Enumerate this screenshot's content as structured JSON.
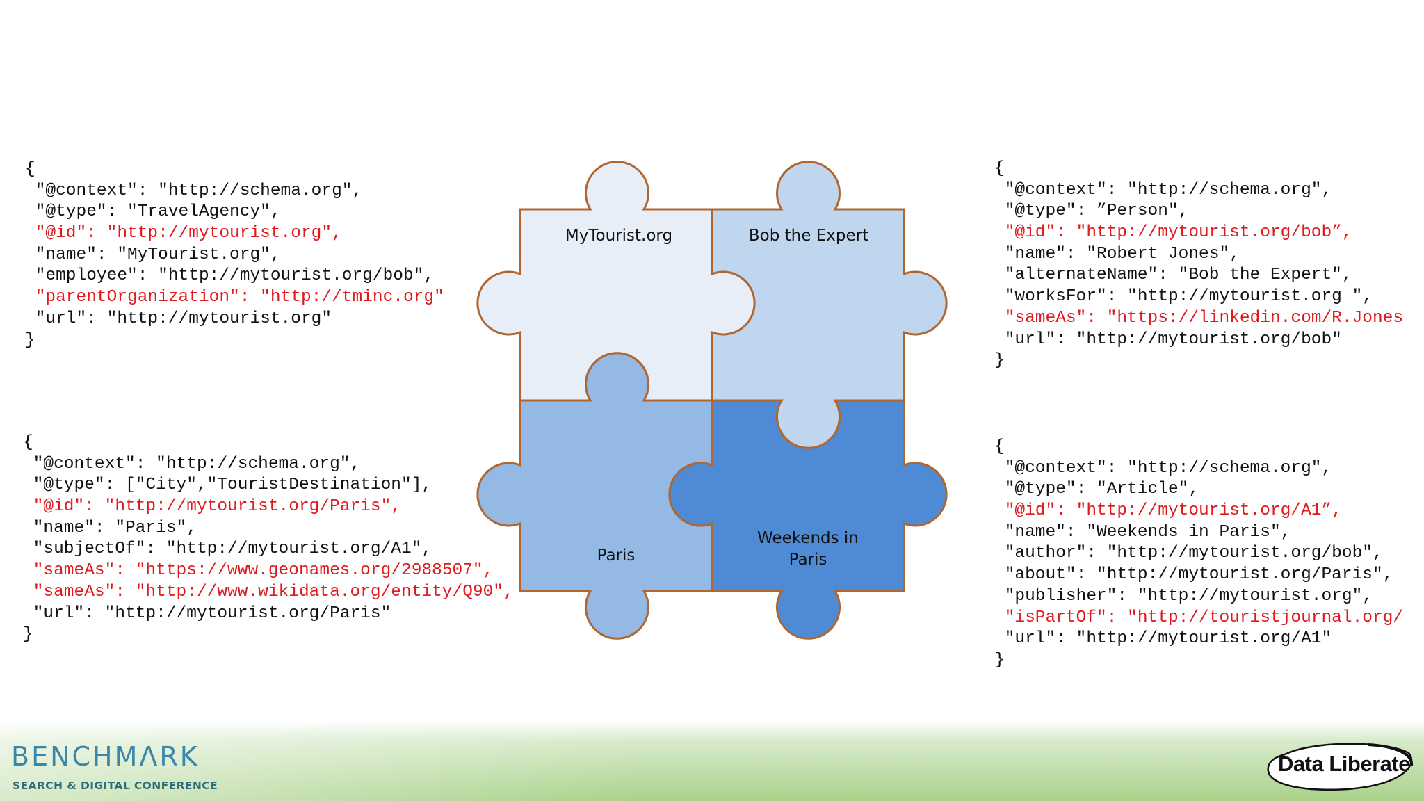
{
  "code_blocks": {
    "agency": [
      {
        "text": "{",
        "highlight": false
      },
      {
        "text": " \"@context\": \"http://schema.org\",",
        "highlight": false
      },
      {
        "text": " \"@type\": \"TravelAgency\",",
        "highlight": false
      },
      {
        "text": " \"@id\": \"http://mytourist.org\",",
        "highlight": true
      },
      {
        "text": " \"name\": \"MyTourist.org\",",
        "highlight": false
      },
      {
        "text": " \"employee\": \"http://mytourist.org/bob\",",
        "highlight": false
      },
      {
        "text": " \"parentOrganization\": \"http://tminc.org\"",
        "highlight": true
      },
      {
        "text": " \"url\": \"http://mytourist.org\"",
        "highlight": false
      },
      {
        "text": "}",
        "highlight": false
      }
    ],
    "person": [
      {
        "text": "{",
        "highlight": false
      },
      {
        "text": " \"@context\": \"http://schema.org\",",
        "highlight": false
      },
      {
        "text": " \"@type\": ”Person\",",
        "highlight": false
      },
      {
        "text": " \"@id\": \"http://mytourist.org/bob”,",
        "highlight": true
      },
      {
        "text": " \"name\": \"Robert Jones\",",
        "highlight": false
      },
      {
        "text": " \"alternateName\": \"Bob the Expert\",",
        "highlight": false
      },
      {
        "text": " \"worksFor\": \"http://mytourist.org \",",
        "highlight": false
      },
      {
        "text": " \"sameAs\": \"https://linkedin.com/R.Jones",
        "highlight": true
      },
      {
        "text": " \"url\": \"http://mytourist.org/bob\"",
        "highlight": false
      },
      {
        "text": "}",
        "highlight": false
      }
    ],
    "city": [
      {
        "text": "{",
        "highlight": false
      },
      {
        "text": " \"@context\": \"http://schema.org\",",
        "highlight": false
      },
      {
        "text": " \"@type\": [\"City\",\"TouristDestination\"],",
        "highlight": false
      },
      {
        "text": " \"@id\": \"http://mytourist.org/Paris\",",
        "highlight": true
      },
      {
        "text": " \"name\": \"Paris\",",
        "highlight": false
      },
      {
        "text": " \"subjectOf\": \"http://mytourist.org/A1\",",
        "highlight": false
      },
      {
        "text": " \"sameAs\": \"https://www.geonames.org/2988507\",",
        "highlight": true
      },
      {
        "text": " \"sameAs\": \"http://www.wikidata.org/entity/Q90\",",
        "highlight": true
      },
      {
        "text": " \"url\": \"http://mytourist.org/Paris\"",
        "highlight": false
      },
      {
        "text": "}",
        "highlight": false
      }
    ],
    "article": [
      {
        "text": "{",
        "highlight": false
      },
      {
        "text": " \"@context\": \"http://schema.org\",",
        "highlight": false
      },
      {
        "text": " \"@type\": \"Article\",",
        "highlight": false
      },
      {
        "text": " \"@id\": \"http://mytourist.org/A1”,",
        "highlight": true
      },
      {
        "text": " \"name\": \"Weekends in Paris\",",
        "highlight": false
      },
      {
        "text": " \"author\": \"http://mytourist.org/bob\",",
        "highlight": false
      },
      {
        "text": " \"about\": \"http://mytourist.org/Paris\",",
        "highlight": false
      },
      {
        "text": " \"publisher\": \"http://mytourist.org\",",
        "highlight": false
      },
      {
        "text": " \"isPartOf\": \"http://touristjournal.org/",
        "highlight": true
      },
      {
        "text": " \"url\": \"http://mytourist.org/A1\"",
        "highlight": false
      },
      {
        "text": "}",
        "highlight": false
      }
    ]
  },
  "puzzle": {
    "pieces": {
      "top_left": {
        "label": "MyTourist.org",
        "color": "#e8eef8"
      },
      "top_right": {
        "label": "Bob the Expert",
        "color": "#c0d6ee"
      },
      "bottom_left": {
        "label": "Paris",
        "color": "#94b9e4"
      },
      "bottom_right": {
        "label_line1": "Weekends in",
        "label_line2": "Paris",
        "color": "#4f8bd4"
      }
    },
    "outline_color": "#b06630"
  },
  "footer": {
    "benchmark_title": "BENCHMΛRK",
    "benchmark_subtitle": "SEARCH & DIGITAL CONFERENCE",
    "data_liberate": "Data Liberate"
  },
  "colors": {
    "highlight": "#e0191d",
    "benchmark": "#3b87a8"
  }
}
